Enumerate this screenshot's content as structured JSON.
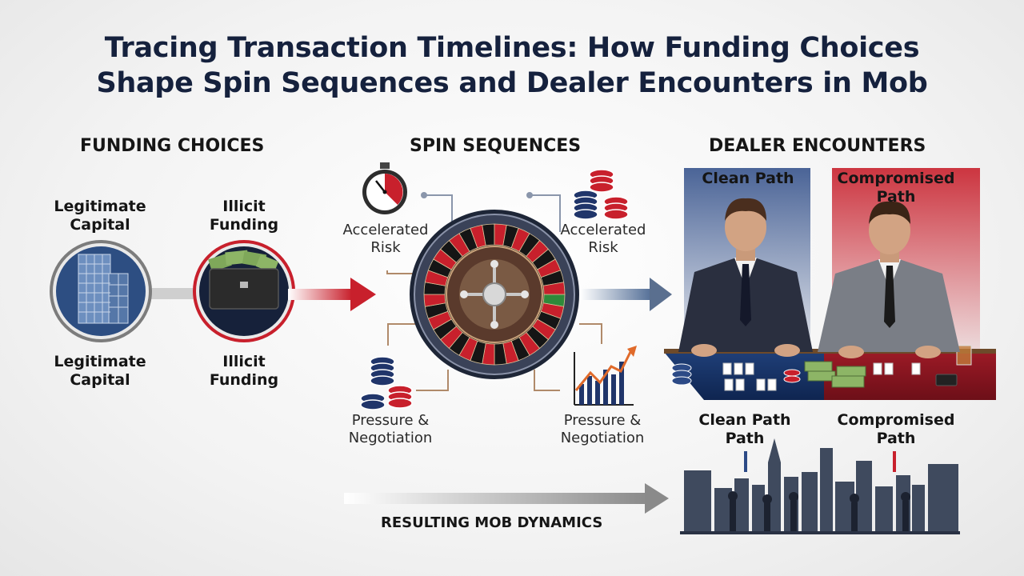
{
  "title": {
    "line1": "Tracing Transaction Timelines: How Funding Choices",
    "line2": "Shape Spin Sequences and Dealer Encounters in Mob"
  },
  "funding": {
    "heading": "FUNDING CHOICES",
    "legit_top": "Legitimate Capital",
    "illicit_top": "Illicit Funding",
    "legit_bottom": "Legitimate Capital",
    "illicit_bottom": "Illicit Funding"
  },
  "spin": {
    "heading": "SPIN SEQUENCES",
    "accel_left": "Accelerated Risk",
    "accel_right": "Accelerated Risk",
    "pressure_left": "Pressure & Negotiation",
    "pressure_right": "Pressure & Negotiation"
  },
  "dealer": {
    "heading": "DEALER ENCOUNTERS",
    "clean_top": "Clean Path",
    "compromised_top": "Compromised Path",
    "clean_bottom": "Clean Path Path",
    "compromised_bottom": "Compromised Path"
  },
  "footer": {
    "resulting": "RESULTING MOB DYNAMICS"
  },
  "colors": {
    "navy": "#15213d",
    "red": "#c8202c",
    "blue_gray": "#5a6f8f"
  },
  "icons": [
    "office-building-icon",
    "cash-briefcase-icon",
    "stopwatch-icon",
    "poker-chips-icon",
    "roulette-wheel-icon",
    "rising-chart-icon",
    "dealer-figure-icon",
    "city-skyline-icon"
  ]
}
